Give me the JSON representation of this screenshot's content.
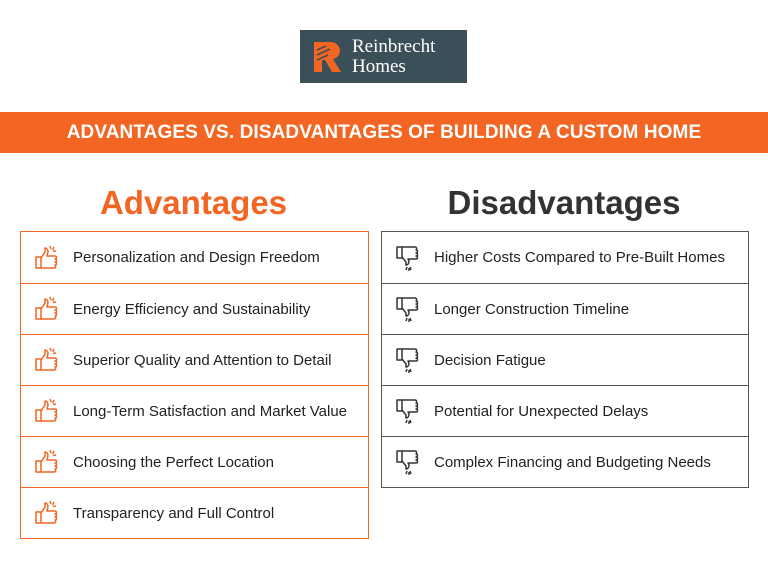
{
  "logo": {
    "line1": "Reinbrecht",
    "line2": "Homes",
    "mark": "R"
  },
  "banner": {
    "title": "ADVANTAGES VS. DISADVANTAGES OF BUILDING A CUSTOM HOME"
  },
  "advantages": {
    "heading": "Advantages",
    "icon": "thumbs-up-icon",
    "items": [
      "Personalization and Design Freedom",
      "Energy Efficiency and Sustainability",
      "Superior Quality and Attention to Detail",
      "Long-Term Satisfaction and Market Value",
      "Choosing the Perfect Location",
      "Transparency and Full Control"
    ]
  },
  "disadvantages": {
    "heading": "Disadvantages",
    "icon": "thumbs-down-icon",
    "items": [
      "Higher Costs Compared to Pre-Built Homes",
      "Longer Construction Timeline",
      "Decision Fatigue",
      "Potential for Unexpected Delays",
      "Complex Financing and Budgeting Needs"
    ]
  },
  "colors": {
    "accent": "#f26522",
    "logo_bg": "#3a4f58",
    "dark_text": "#333333"
  }
}
